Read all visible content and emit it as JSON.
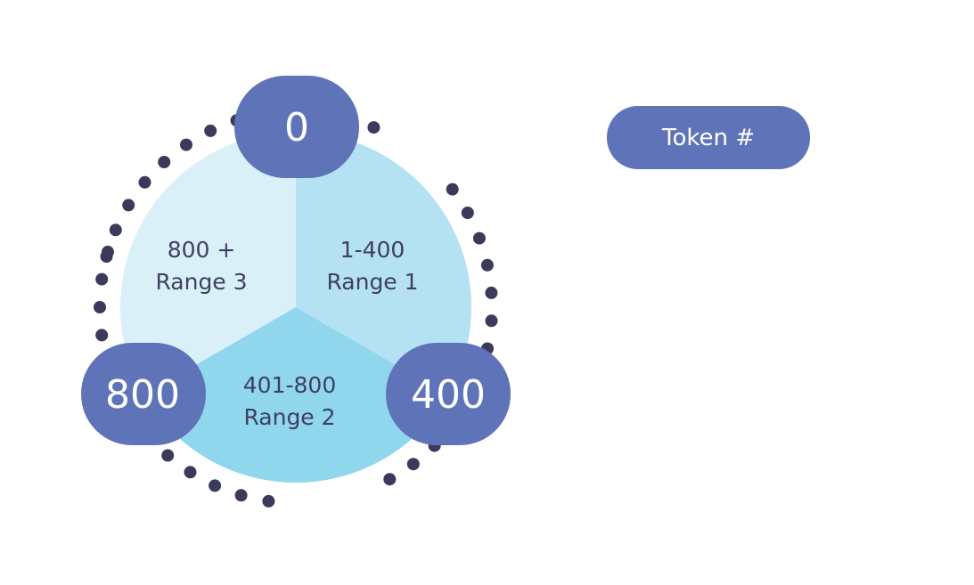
{
  "colors": {
    "segment_range_1": "#b5e2f2",
    "segment_range_2": "#90d6ec",
    "segment_range_3": "#daf0f8",
    "node_fill": "#5f74b8",
    "dots": "#3a3a5a",
    "text_dark": "#3f3f60",
    "text_light": "#ffffff"
  },
  "ring": {
    "segments": [
      {
        "id": "range-1",
        "range": "1-400",
        "name": "Range 1"
      },
      {
        "id": "range-2",
        "range": "401-800",
        "name": "Range 2"
      },
      {
        "id": "range-3",
        "range": "800 +",
        "name": "Range 3"
      }
    ],
    "nodes": [
      {
        "id": "node-0",
        "label": "0"
      },
      {
        "id": "node-400",
        "label": "400"
      },
      {
        "id": "node-800",
        "label": "800"
      }
    ]
  },
  "legend": {
    "label": "Token #"
  }
}
